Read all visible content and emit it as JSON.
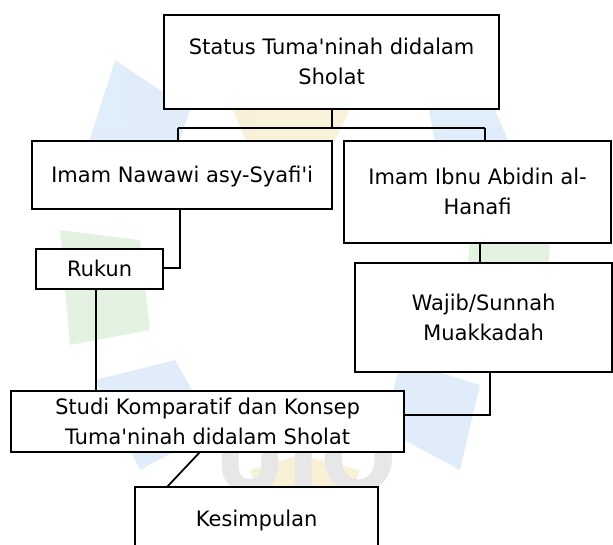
{
  "nodes": {
    "status": "Status Tuma'ninah didalam Sholat",
    "nawawi": "Imam Nawawi asy-Syafi'i",
    "ibnu_abidin": "Imam Ibnu Abidin al-Hanafi",
    "rukun": "Rukun",
    "wajib": "Wajib/Sunnah Muakkadah",
    "studi": "Studi Komparatif dan Konsep Tuma'ninah didalam Sholat",
    "kesimpulan": "Kesimpulan"
  },
  "watermark": {
    "logo_letters": "UIO",
    "colors": [
      "#cfe3f6",
      "#d9efd6",
      "#fbf0cc"
    ]
  }
}
